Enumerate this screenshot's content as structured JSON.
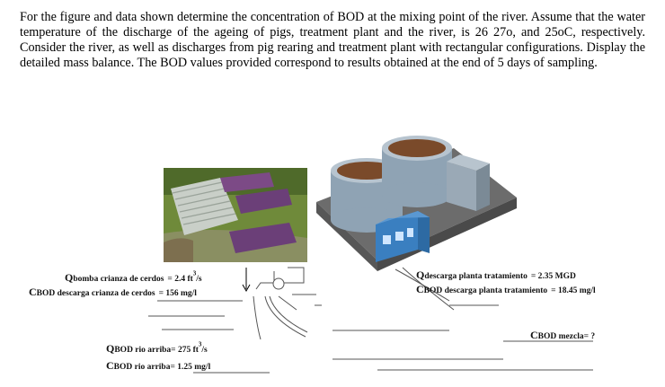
{
  "problem": {
    "text": "For the figure and data shown determine the concentration of BOD at the mixing point of the river. Assume that the water temperature of the discharge of the ageing of pigs, treatment plant and the river, is 26 27o, and 25oC, respectively. Consider the river, as well as discharges from pig rearing and treatment plant with rectangular configurations. Display the detailed mass balance. The BOD values provided correspond to results obtained at the end of 5 days of sampling."
  },
  "labels": {
    "q_bomba": {
      "sym": "Q",
      "sub": "bomba crianza de cerdos",
      "val": "= 2.4 ft",
      "exp": "3",
      "unit": "/s"
    },
    "c_bod_descarga": {
      "sym": "C",
      "sub": "BOD descarga crianza de cerdos",
      "val": "= 156 mg/l"
    },
    "q_descarga_planta": {
      "sym": "Q",
      "sub": "descarga planta tratamiento",
      "val": "= 2.35 MGD"
    },
    "c_bod_planta": {
      "sym": "C",
      "sub": "BOD descarga planta tratamiento",
      "val": "= 18.45 mg/l"
    },
    "c_bod_mezcla": {
      "sym": "C",
      "sub": "BOD mezcla",
      "val": "= ?"
    },
    "q_bod_rio": {
      "sym": "Q",
      "sub": "BOD rio arriba",
      "val": "= 275 ft",
      "exp": "3",
      "unit": "/s"
    },
    "c_bod_rio": {
      "sym": "C",
      "sub": "BOD rio arriba",
      "val": "= 1.25 mg/l"
    }
  },
  "colors": {
    "lagoon": "#6b3f78",
    "field": "#6f8a3a",
    "tank_wall": "#8fa3b4",
    "tank_top": "#7a4a2a",
    "building": "#3a7fc0"
  }
}
